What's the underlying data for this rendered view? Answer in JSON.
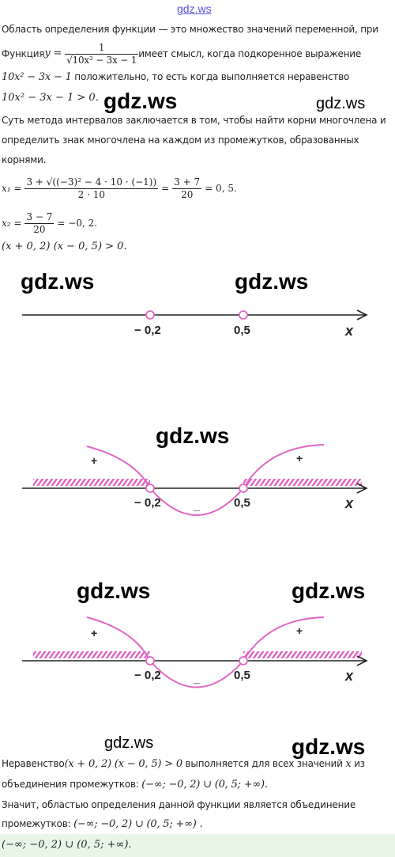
{
  "header": {
    "site_link": "gdz.ws"
  },
  "text": {
    "line1": "Область определения функции — это множество значений переменной, при",
    "line2_prefix": "Функция ",
    "line2_y": "y =",
    "line2_frac_num": "1",
    "line2_frac_den": "√10x² − 3x − 1",
    "line2_suffix": " имеет смысл, когда подкоренное выражение",
    "line3_math": "10x² − 3x − 1",
    "line3_text": " положительно, то есть когда выполняется неравенство",
    "line4_math": "10x² − 3x − 1 > 0.",
    "line5": "Суть метода интервалов заключается в том, чтобы найти корни многочлена и",
    "line6": "определить знак многочлена на каждом из промежутков, образованных",
    "line7": "корнями.",
    "x1_label": "x₁ =",
    "x1_num": "3 + √((−3)² − 4 · 10 · (−1))",
    "x1_den": "2 · 10",
    "x1_eq": "=",
    "x1_num2": "3 + 7",
    "x1_den2": "20",
    "x1_result": "= 0, 5.",
    "x2_label": "x₂ =",
    "x2_num": "3 − 7",
    "x2_den": "20",
    "x2_result": "= −0, 2.",
    "factored": "(x + 0, 2) (x − 0, 5) > 0.",
    "conclusion1_prefix": "Неравенство",
    "conclusion1_math": "(x + 0, 2) (x − 0, 5) > 0",
    "conclusion1_text": " выполняется для всех значений ",
    "conclusion1_x": "x",
    "conclusion1_end": " из",
    "conclusion2_text": "объединения промежутков: ",
    "conclusion2_math": "(−∞; −0, 2) ∪ (0, 5; +∞).",
    "conclusion3": "Значит, областью определения данной функции является объединение",
    "conclusion4_text": "промежутков: ",
    "conclusion4_math": "(−∞; −0, 2) ∪ (0, 5; +∞) .",
    "answer": "(−∞; −0, 2) ∪ (0, 5; +∞)."
  },
  "watermarks": [
    "gdz.ws",
    "gdz.ws",
    "gdz.ws",
    "gdz.ws",
    "gdz.ws",
    "gdz.ws",
    "gdz.ws",
    "gdz.ws",
    "gdz.ws"
  ],
  "number_line": {
    "point_left": "− 0,2",
    "point_right": "0,5",
    "axis_var": "x",
    "plus": "+",
    "minus": "_"
  },
  "colors": {
    "curve": "#e066c0",
    "hatch": "#e066c0",
    "link": "#5b4fd6",
    "answer_bg": "#e8f6e8"
  }
}
